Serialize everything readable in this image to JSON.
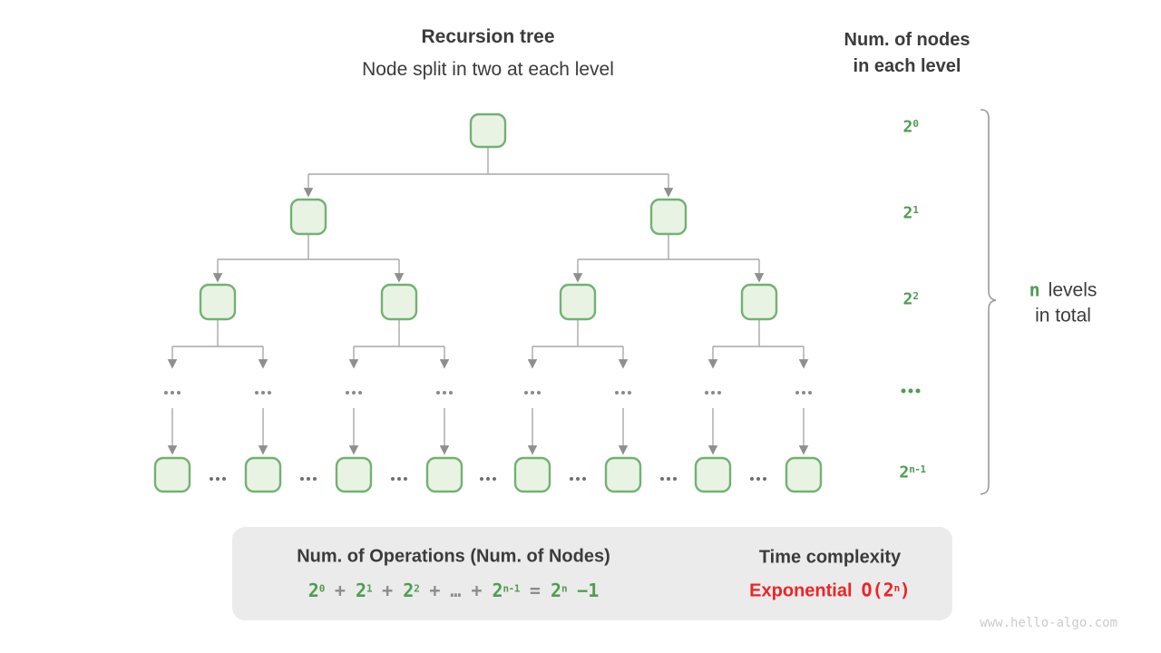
{
  "header": {
    "title": "Recursion tree",
    "subtitle": "Node split in two at each level"
  },
  "right_header": {
    "line1": "Num. of nodes",
    "line2": "in each level"
  },
  "levels": [
    {
      "base": "2",
      "sup": "0"
    },
    {
      "base": "2",
      "sup": "1"
    },
    {
      "base": "2",
      "sup": "2"
    },
    {
      "dots": "..."
    },
    {
      "base": "2",
      "sup": "n-1"
    }
  ],
  "brace_label": {
    "n": "n",
    "line1_rest": "levels",
    "line2": "in total"
  },
  "summary_box": {
    "ops_title": "Num. of Operations (Num. of Nodes)",
    "formula": [
      {
        "b": "2",
        "s": "0",
        "c": "green"
      },
      {
        "b": "+",
        "c": "gray"
      },
      {
        "b": "2",
        "s": "1",
        "c": "green"
      },
      {
        "b": "+",
        "c": "gray"
      },
      {
        "b": "2",
        "s": "2",
        "c": "green"
      },
      {
        "b": "+",
        "c": "gray"
      },
      {
        "b": "…",
        "c": "gray"
      },
      {
        "b": "+",
        "c": "gray"
      },
      {
        "b": "2",
        "s": "n-1",
        "c": "green"
      },
      {
        "b": "=",
        "c": "gray"
      },
      {
        "b": "2",
        "s": "n",
        "c": "green"
      },
      {
        "b": "−1",
        "c": "green"
      }
    ],
    "time_title": "Time complexity",
    "complexity_word": "Exponential",
    "big_o": {
      "open": "O(2",
      "sup": "n",
      "close": ")"
    }
  },
  "watermark": "www.hello-algo.com",
  "colors": {
    "green": "#4f9d50",
    "node_border": "#72b172",
    "node_fill": "#e9f3e3",
    "line_gray": "#a8a8a8",
    "arrow_gray": "#8f8f8f",
    "dark": "#3b3b3b",
    "op_gray": "#8c8c8c",
    "red": "#ec2427",
    "box_bg": "#ebebeb",
    "watermark": "#cbcbcb"
  }
}
